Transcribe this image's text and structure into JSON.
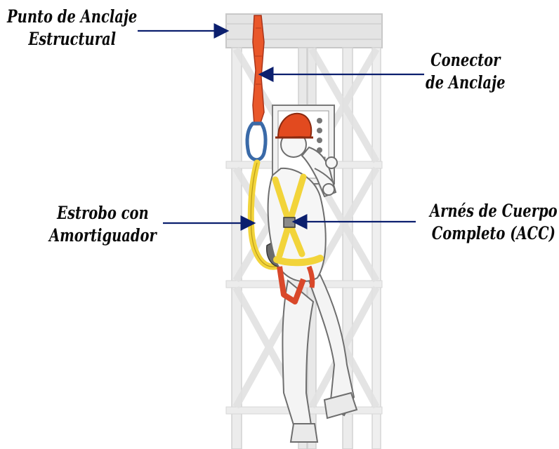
{
  "figure": {
    "labels": {
      "punto_line1": "Punto de Anclaje",
      "punto_line2": "Estructural",
      "conector_line1": "Conector",
      "conector_line2": "de Anclaje",
      "estrobo_line1": "Estrobo con",
      "estrobo_line2": "Amortiguador",
      "arnes_line1": "Arnés de Cuerpo",
      "arnes_line2": "Completo (ACC)"
    },
    "colors": {
      "arrow": "#0b1f6e",
      "lanyard": "#e9572a",
      "helmet": "#e24a1f",
      "harness_yellow": "#f2d43a",
      "structure_gray": "#d9d9d9",
      "structure_edge": "#bfbfbf"
    }
  }
}
